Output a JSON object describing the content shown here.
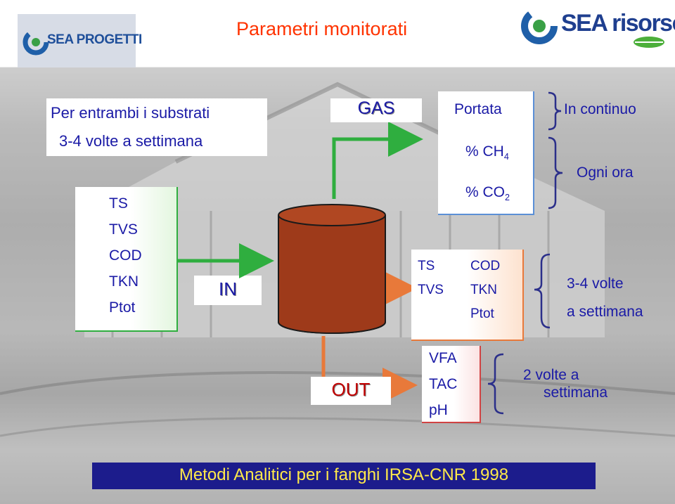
{
  "title": "Parametri monitorati",
  "logos": {
    "left": "SEA PROGETTI",
    "right": "SEA risorse"
  },
  "substrates": {
    "line1": "Per entrambi i substrati",
    "line2": "3-4 volte a settimana"
  },
  "input_params": [
    "TS",
    "TVS",
    "COD",
    "TKN",
    "Ptot"
  ],
  "in_label": "IN",
  "gas_label": "GAS",
  "gas_params": {
    "portata": "Portata",
    "ch4_prefix": "% CH",
    "ch4_sub": "4",
    "co2_prefix": "% CO",
    "co2_sub": "2"
  },
  "gas_freq": {
    "continuous": "In continuo",
    "hourly": "Ogni ora"
  },
  "digester_params": {
    "col1": [
      "TS",
      "TVS"
    ],
    "col2": [
      "COD",
      "TKN",
      "Ptot"
    ]
  },
  "digester_freq": {
    "line1": "3-4 volte",
    "line2": "a settimana"
  },
  "out_label": "OUT",
  "out_params": [
    "VFA",
    "TAC",
    "pH"
  ],
  "out_freq": {
    "line1": "2 volte a",
    "line2": "settimana"
  },
  "footer": "Metodi Analitici per i fanghi IRSA-CNR 1998",
  "colors": {
    "title": "#ff3300",
    "text_blue": "#1a1aa6",
    "arrow_green": "#2fae3f",
    "arrow_orange": "#e8793a",
    "digester": "#9e3a1a",
    "brace": "#2b2f8a",
    "footer_bg": "#1c1c8c"
  }
}
